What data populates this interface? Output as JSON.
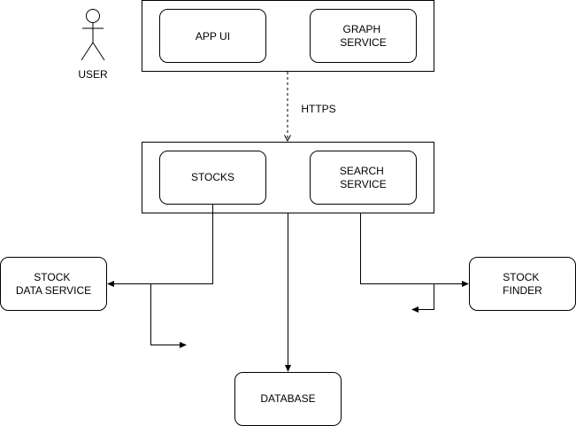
{
  "actor": {
    "label": "USER"
  },
  "frontend": {
    "app_ui": "APP UI",
    "graph_service": [
      "GRAPH",
      "SERVICE"
    ]
  },
  "connection": {
    "label": "HTTPS"
  },
  "backend": {
    "stocks": "STOCKS",
    "search_service": [
      "SEARCH",
      "SERVICE"
    ]
  },
  "stock_data_service": [
    "STOCK",
    "DATA SERVICE"
  ],
  "stock_finder": [
    "STOCK",
    "FINDER"
  ],
  "database": "DATABASE"
}
